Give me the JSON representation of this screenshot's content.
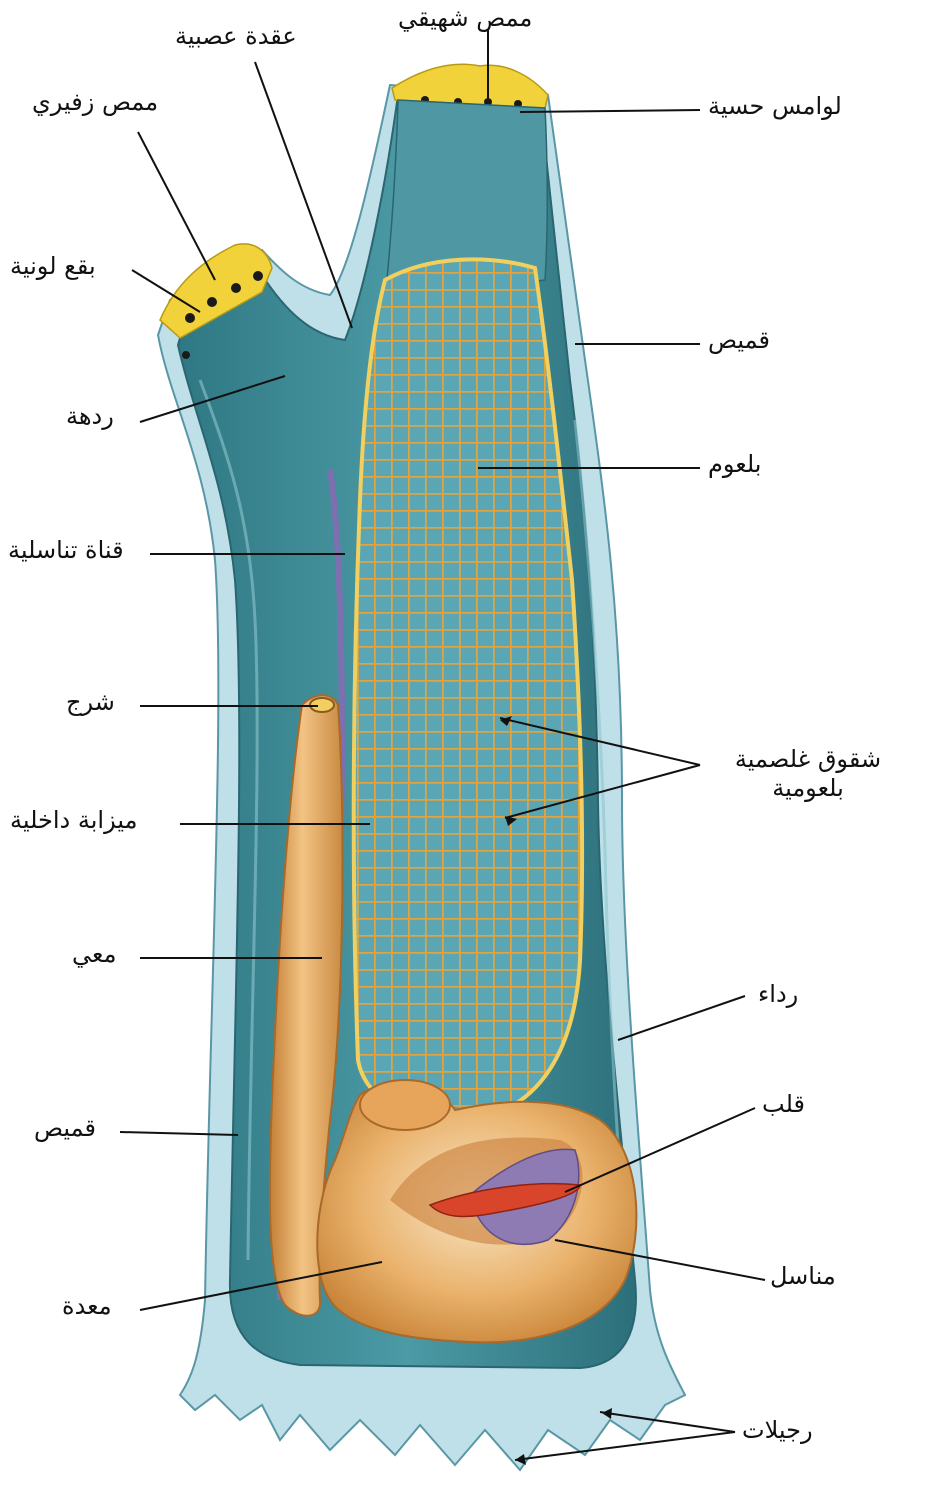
{
  "labels": {
    "oral_siphon": "ممص شهيقي",
    "ganglion": "عقدة عصبية",
    "atrial_siphon": "ممص زفيري",
    "sensory_tentacles": "لوامس حسية",
    "pigment_spots": "بقع لونية",
    "tunic_top": "قميص",
    "atrium": "ردهة",
    "pharynx": "بلعوم",
    "genital_duct": "قناة تناسلية",
    "anus": "شرج",
    "pharyngeal_slits_line1": "شقوق غلصمية",
    "pharyngeal_slits_line2": "بلعومية",
    "endostyle": "ميزابة داخلية",
    "intestine": "معي",
    "mantle": "رداء",
    "heart": "قلب",
    "tunic_bottom": "قميص",
    "gonads": "مناسل",
    "stomach": "معدة",
    "stolons": "رجيلات"
  },
  "colors": {
    "tunic": "#bfe0e8",
    "mantle": "#3f8f9a",
    "pharynx_grid": "#e3a33c",
    "pharynx_cells": "#5aa6b4",
    "gut": "#e6a55a",
    "siphon_rim": "#f1d23a",
    "heart": "#d9452b",
    "gonads": "#8f7bb3",
    "leader": "#111111"
  }
}
